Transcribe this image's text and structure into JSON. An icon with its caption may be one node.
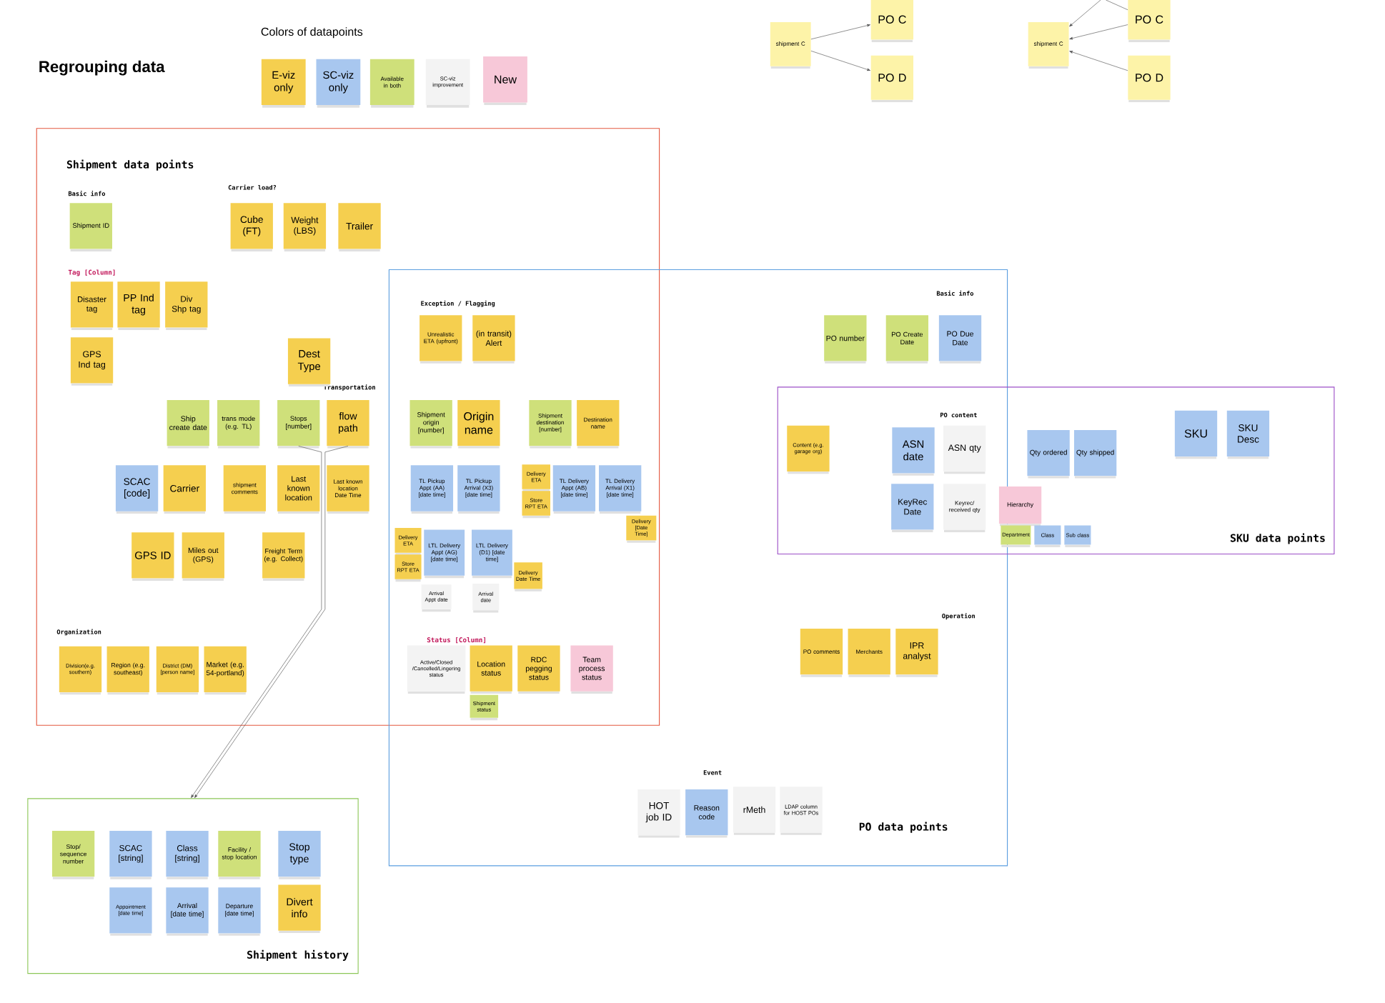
{
  "diagram": {
    "title": "Regrouping data",
    "nodes": [
      {
        "text": [
          "Shipment data points"
        ]
      },
      {
        "text": [
          "PO data points"
        ]
      },
      {
        "text": [
          "SKU data points"
        ]
      },
      {
        "text": [
          "Shipment history"
        ]
      },
      {
        "text": [
          "Shipment ID"
        ],
        "in": 0
      },
      {
        "text": [
          "Cube (FT)"
        ],
        "in": 0
      },
      {
        "text": [
          "Weight (LBS)"
        ],
        "in": 0
      },
      {
        "text": [
          "Trailer"
        ],
        "in": 0
      },
      {
        "text": [
          "Disaster tag"
        ],
        "in": 0
      },
      {
        "text": [
          "PP Ind tag"
        ],
        "in": 0
      },
      {
        "text": [
          "Div Shp tag"
        ],
        "in": 0
      },
      {
        "text": [
          "GPS Ind tag"
        ],
        "in": 0
      },
      {
        "text": [
          "Dest Type"
        ],
        "in": 0
      },
      {
        "text": [
          "Ship create date"
        ],
        "in": 0
      },
      {
        "text": [
          "trans mode (e.g. TL)"
        ],
        "in": 0
      },
      {
        "text": [
          "Stops [number]"
        ],
        "in": 0
      },
      {
        "text": [
          "flow path"
        ],
        "in": 0
      },
      {
        "text": [
          "SCAC [code]"
        ],
        "in": 0
      },
      {
        "text": [
          "Carrier"
        ],
        "in": 0
      },
      {
        "text": [
          "shipment comments"
        ],
        "in": 0
      },
      {
        "text": [
          "Last known location"
        ],
        "in": 0
      },
      {
        "text": [
          "Last known location Date Time"
        ],
        "in": 0
      },
      {
        "text": [
          "GPS ID"
        ],
        "in": 0
      },
      {
        "text": [
          "Miles out (GPS)"
        ],
        "in": 0
      },
      {
        "text": [
          "Freight Term (e.g. Collect)"
        ],
        "in": 0
      },
      {
        "text": [
          "Division(e.g. southern)"
        ],
        "in": 0
      },
      {
        "text": [
          "Region (e.g. southeast)"
        ],
        "in": 0
      },
      {
        "text": [
          "District (DM) [person name]"
        ],
        "in": 0
      },
      {
        "text": [
          "Market (e.g. 54-portland)"
        ],
        "in": 0
      },
      {
        "text": [
          "Unrealistic ETA (upfront)"
        ]
      },
      {
        "text": [
          "(in transit) Alert"
        ]
      },
      {
        "text": [
          "Shipment origin [number]"
        ]
      },
      {
        "text": [
          "Origin name"
        ]
      },
      {
        "text": [
          "Shipment destination [number]"
        ]
      },
      {
        "text": [
          "Destination name"
        ]
      },
      {
        "text": [
          "TL Pickup Appt (AA) [date time]"
        ]
      },
      {
        "text": [
          "TL Pickup Arrival (X3) [date time]"
        ]
      },
      {
        "text": [
          "Delivery ETA"
        ]
      },
      {
        "text": [
          "Store RPT ETA"
        ]
      },
      {
        "text": [
          "TL Delivery Appt (AB) [date time]"
        ]
      },
      {
        "text": [
          "TL Delivery Arrival (X1) [date time]"
        ]
      },
      {
        "text": [
          "Delivery [Date Time]"
        ]
      },
      {
        "text": [
          "Delivery ETA"
        ]
      },
      {
        "text": [
          "Store RPT ETA"
        ]
      },
      {
        "text": [
          "LTL Delivery Appt (AG) [date time]"
        ]
      },
      {
        "text": [
          "LTL Delivery (D1) [date time]"
        ]
      },
      {
        "text": [
          "Delivery Date Time"
        ]
      },
      {
        "text": [
          "Arrival Appt date"
        ]
      },
      {
        "text": [
          "Arrival date"
        ]
      },
      {
        "text": [
          "Active/Closed /Cancelled/Lingering status"
        ]
      },
      {
        "text": [
          "Location status"
        ]
      },
      {
        "text": [
          "Shipment status"
        ]
      },
      {
        "text": [
          "RDC pegging status"
        ]
      },
      {
        "text": [
          "Team process status"
        ]
      },
      {
        "text": [
          "PO number"
        ],
        "in": 1
      },
      {
        "text": [
          "PO Create Date"
        ],
        "in": 1
      },
      {
        "text": [
          "PO Due Date"
        ],
        "in": 1
      },
      {
        "text": [
          "PO comments"
        ],
        "in": 1
      },
      {
        "text": [
          "Merchants"
        ],
        "in": 1
      },
      {
        "text": [
          "IPR analyst"
        ],
        "in": 1
      },
      {
        "text": [
          "HOT job ID"
        ],
        "in": 1
      },
      {
        "text": [
          "Reason code"
        ],
        "in": 1
      },
      {
        "text": [
          "rMeth"
        ],
        "in": 1
      },
      {
        "text": [
          "LDAP column for HOST POs"
        ],
        "in": 1
      },
      {
        "text": [
          "Content (e.g. garage org)"
        ]
      },
      {
        "text": [
          "ASN date"
        ]
      },
      {
        "text": [
          "ASN qty"
        ]
      },
      {
        "text": [
          "KeyRec Date"
        ]
      },
      {
        "text": [
          "Keyrec/ received qty"
        ]
      },
      {
        "text": [
          "Hierarchy"
        ],
        "in": 2
      },
      {
        "text": [
          "Department"
        ],
        "in": 2
      },
      {
        "text": [
          "Class"
        ],
        "in": 2
      },
      {
        "text": [
          "Sub class"
        ],
        "in": 2
      },
      {
        "text": [
          "Qty ordered"
        ],
        "in": 2
      },
      {
        "text": [
          "Qty shipped"
        ],
        "in": 2
      },
      {
        "text": [
          "SKU"
        ],
        "in": 2
      },
      {
        "text": [
          "SKU Desc"
        ],
        "in": 2
      },
      {
        "text": [
          "Stop/ sequence number"
        ],
        "in": 3
      },
      {
        "text": [
          "SCAC [string]"
        ],
        "in": 3
      },
      {
        "text": [
          "Class [string]"
        ],
        "in": 3
      },
      {
        "text": [
          "Facility / stop location"
        ],
        "in": 3
      },
      {
        "text": [
          "Stop type"
        ],
        "in": 3
      },
      {
        "text": [
          "Appointment [date time]"
        ],
        "in": 3
      },
      {
        "text": [
          "Arrival [date time]"
        ],
        "in": 3
      },
      {
        "text": [
          "Departure [date time]"
        ],
        "in": 3
      },
      {
        "text": [
          "Divert info"
        ],
        "in": 3
      },
      {
        "text": [
          "shipment C"
        ]
      },
      {
        "text": [
          "PO C"
        ]
      },
      {
        "text": [
          "PO D"
        ]
      },
      {
        "text": [
          "shipment C"
        ]
      },
      {
        "text": [
          "PO C"
        ]
      },
      {
        "text": [
          "PO D"
        ]
      }
    ],
    "edges": [
      {
        "from": 15,
        "to": 3,
        "arrow": "to"
      },
      {
        "from": 16,
        "to": 3,
        "arrow": "to"
      },
      {
        "from": 86,
        "to": 87,
        "arrow": "to"
      },
      {
        "from": 86,
        "to": 88,
        "arrow": "to"
      },
      {
        "from": 90,
        "to": 89,
        "arrow": "to"
      },
      {
        "from": 91,
        "to": 89,
        "arrow": "to"
      },
      {
        "from": null,
        "to": 89,
        "arrow": "to"
      },
      {
        "from": null,
        "to": 90,
        "arrow": "none"
      }
    ],
    "labels": [
      "Colors of datapoints",
      "Basic info",
      "Carrier load?",
      "Tag [Column]",
      "Exception / Flagging",
      "Transportation",
      "Organization",
      "Status [Column]",
      "Basic info",
      "PO content",
      "Operation",
      "Event"
    ],
    "legend": [
      {
        "text": "E-viz only",
        "color": "#f5cf4f"
      },
      {
        "text": "SC-viz only",
        "color": "#a8c7ef"
      },
      {
        "text": "Available in both",
        "color": "#cfe07a"
      },
      {
        "text": "SC-viz improvement",
        "color": "#f3f3f3"
      },
      {
        "text": "New",
        "color": "#f7c8d8"
      }
    ]
  }
}
